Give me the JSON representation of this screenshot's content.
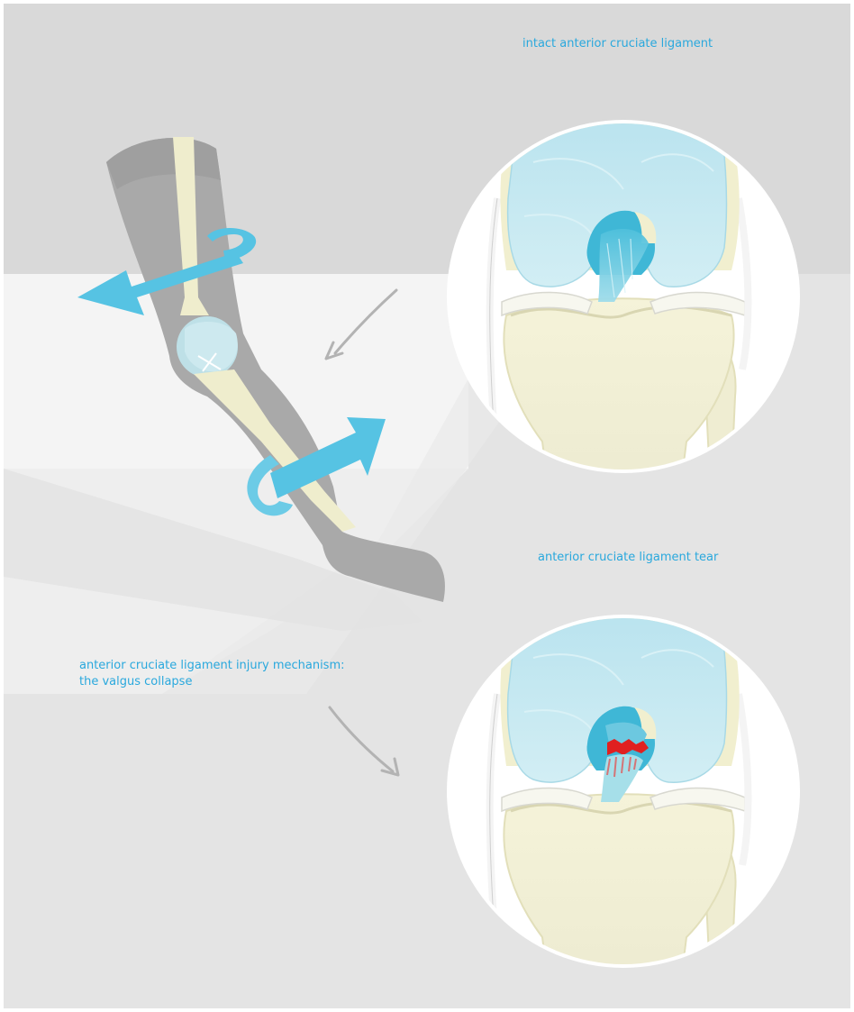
{
  "labels": {
    "intact": "intact anterior cruciate ligament",
    "tear": "anterior cruciate ligament tear"
  },
  "caption": {
    "line1": "anterior cruciate ligament injury mechanism:",
    "line2": "the valgus collapse"
  },
  "colors": {
    "background": "#e4e4e4",
    "label_text": "#29a8dd",
    "rotation_arrow": "#56c3e3",
    "femur_cartilage": "#bfe6ef",
    "bone": "#f1efcf",
    "leg_silhouette": "#a9a9a9",
    "tear_red": "#e02020",
    "pointer_arrow": "#b3b3b3"
  },
  "icons": [
    "rotation-arrow-upper-icon",
    "rotation-arrow-lower-icon",
    "pointer-arrow-icon"
  ]
}
